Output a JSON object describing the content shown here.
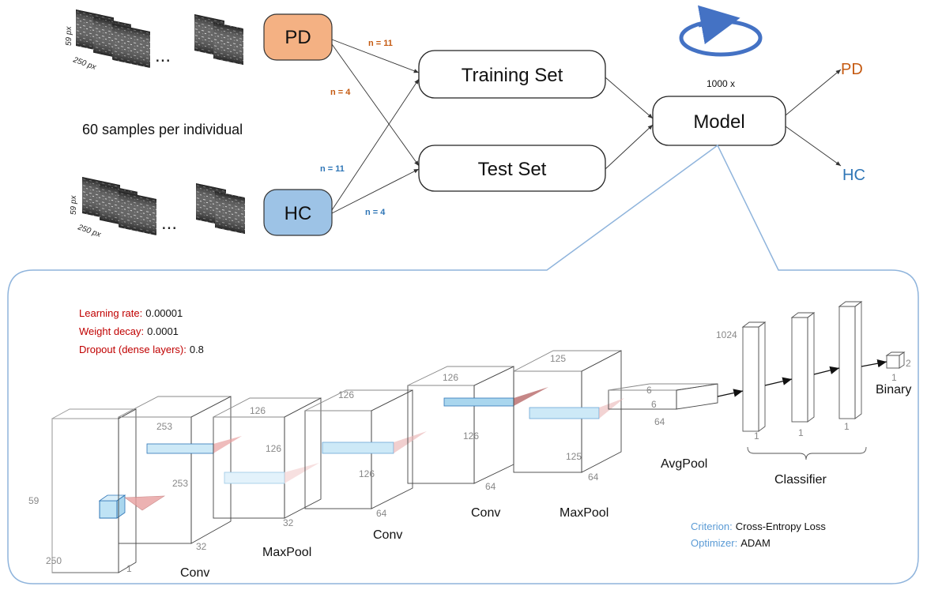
{
  "pipeline": {
    "pd_images": {
      "height_label": "59 px",
      "width_label": "250 px",
      "ellipsis": "..."
    },
    "hc_images": {
      "height_label": "59 px",
      "width_label": "250 px",
      "ellipsis": "..."
    },
    "samples_note": "60 samples per individual",
    "pd_group": {
      "label": "PD",
      "color": "#f4b183"
    },
    "hc_group": {
      "label": "HC",
      "color": "#9dc3e6"
    },
    "edges": {
      "pd_to_train": "n = 11",
      "pd_to_test": "n = 4",
      "hc_to_train": "n = 11",
      "hc_to_test": "n = 4"
    },
    "pd_edge_color": "#c55a11",
    "hc_edge_color": "#2e75b6",
    "training_set": "Training Set",
    "test_set": "Test Set",
    "model": "Model",
    "repeat_label": "1000 x",
    "outputs": [
      {
        "label": "PD",
        "color": "#c55a11"
      },
      {
        "label": "HC",
        "color": "#2e75b6"
      }
    ]
  },
  "architecture": {
    "hyperparams": [
      {
        "name": "Learning rate:",
        "value": "0.00001"
      },
      {
        "name": "Weight decay:",
        "value": "0.0001"
      },
      {
        "name": "Dropout (dense layers):",
        "value": "0.8"
      }
    ],
    "input_dims": {
      "h": "59",
      "w": "250",
      "c": "1"
    },
    "layers": [
      {
        "type": "Conv",
        "d1": "253",
        "d2": "253",
        "d3": "32"
      },
      {
        "type": "MaxPool",
        "d1": "126",
        "d2": "126",
        "d3": "32"
      },
      {
        "type": "Conv",
        "d1": "126",
        "d2": "126",
        "d3": "64"
      },
      {
        "type": "Conv",
        "d1": "126",
        "d2": "126",
        "d3": "64"
      },
      {
        "type": "MaxPool",
        "d1": "125",
        "d2": "125",
        "d3": "64"
      },
      {
        "type": "AvgPool",
        "d1": "6",
        "d2": "6",
        "d3": "64"
      }
    ],
    "dense_size": "1024",
    "dense_depths": [
      "1",
      "1",
      "1"
    ],
    "output_dims": {
      "d1": "2",
      "d2": "1"
    },
    "binary_label": "Binary",
    "classifier_label": "Classifier",
    "criterion": {
      "name": "Criterion:",
      "value": "Cross-Entropy Loss"
    },
    "optimizer": {
      "name": "Optimizer:",
      "value": "ADAM"
    },
    "hyperparam_color": "#c00000",
    "setting_color": "#5b9bd5"
  }
}
